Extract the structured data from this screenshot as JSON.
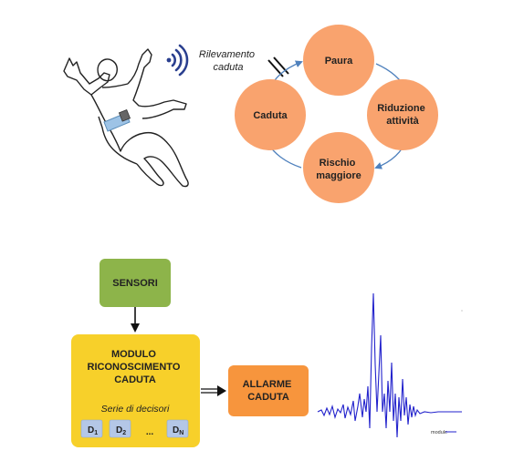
{
  "detection_label": [
    "Rilevamento",
    "caduta"
  ],
  "cycle": {
    "nodes": {
      "paura": [
        "Paura"
      ],
      "riduzione": [
        "Riduzione",
        "attività"
      ],
      "rischio": [
        "Rischio",
        "maggiore"
      ],
      "caduta": [
        "Caduta"
      ]
    },
    "node_color": "#F9A36E",
    "arrow_color": "#4F81BD"
  },
  "blocks": {
    "sensori": "SENSORI",
    "modulo": [
      "MODULO",
      "RICONOSCIMENTO",
      "CADUTA"
    ],
    "serie": "Serie di decisori",
    "decisori": [
      {
        "letter": "D",
        "sub": "1"
      },
      {
        "letter": "D",
        "sub": "2"
      },
      {
        "letter": "D",
        "sub": "N"
      }
    ],
    "ellipsis": "...",
    "allarme": [
      "ALLARME",
      "CADUTA"
    ],
    "colors": {
      "sensori": "#8DB44A",
      "modulo": "#F7D02A",
      "allarme": "#F7953D",
      "decisore": "#B4C7E7"
    }
  },
  "signal": {
    "legend": "module",
    "color": "#2222CC"
  }
}
